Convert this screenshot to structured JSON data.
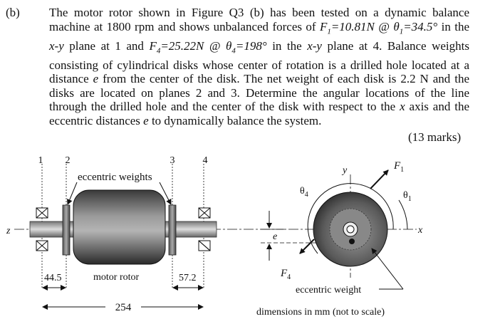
{
  "question": {
    "label": "(b)",
    "text_parts": [
      "The motor rotor shown in Figure Q3 (b) has been tested on a dynamic balance machine at 1800 rpm and shows unbalanced forces of ",
      "F",
      "1",
      "=10.81N @ ",
      "θ",
      "1",
      "=34.5°",
      " in the ",
      "x-y",
      " plane at 1 and ",
      "F",
      "4",
      "=25.22N @ ",
      "θ",
      "4",
      "=198°",
      " in the ",
      "x-y",
      " plane at 4. Balance weights consisting of cylindrical disks whose center of rotation is a drilled hole located at a distance ",
      "e",
      " from the center of the disk. The net weight of each disk is 2.2 N and the disks are located on planes 2 and 3. Determine the angular locations of the line through the drilled hole and the center of the disk with respect to the ",
      "x",
      " axis and the eccentric distances ",
      "e",
      " to dynamically balance the system."
    ],
    "marks": "(13 marks)"
  },
  "figure": {
    "plane_labels": [
      "1",
      "2",
      "3",
      "4"
    ],
    "eccentric_weights_label": "eccentric weights",
    "motor_rotor_label": "motor rotor",
    "z_label": "z",
    "dim_left": "44.5",
    "dim_right": "57.2",
    "dim_total": "254",
    "e_label": "e",
    "y_label": "y",
    "x_label": "x",
    "theta4_label": "θ",
    "theta4_sub": "4",
    "theta1_label": "θ",
    "theta1_sub": "1",
    "F1_label": "F",
    "F1_sub": "1",
    "F4_label": "F",
    "F4_sub": "4",
    "eccentric_weight_label": "eccentric weight",
    "dimensions_note": "dimensions in mm (not to scale)"
  }
}
